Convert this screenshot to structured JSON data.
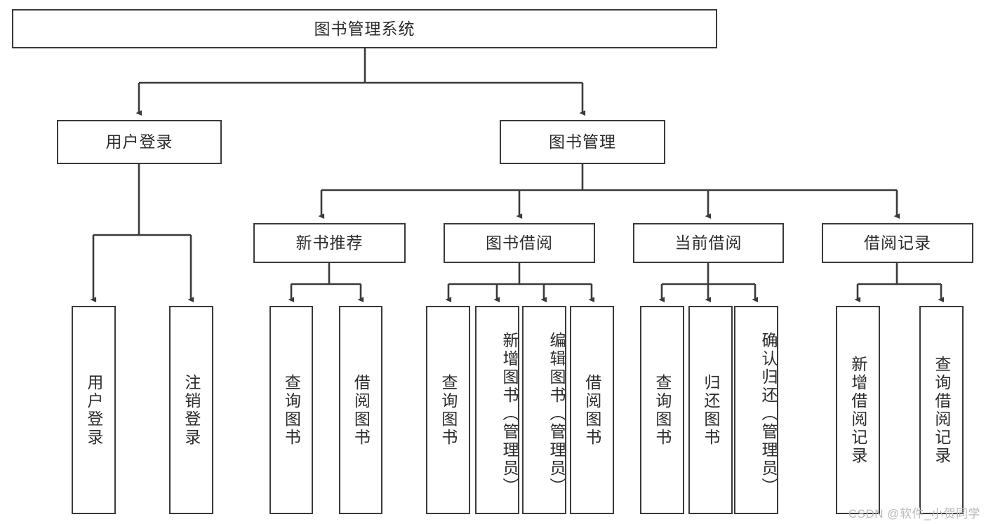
{
  "diagram": {
    "type": "tree-hierarchy-chart",
    "root": {
      "id": "root",
      "label": "图书管理系统"
    },
    "level2": [
      {
        "id": "user-login",
        "label": "用户登录"
      },
      {
        "id": "book-management",
        "label": "图书管理"
      }
    ],
    "level3": [
      {
        "id": "new-book-recommend",
        "label": "新书推荐"
      },
      {
        "id": "book-borrow",
        "label": "图书借阅"
      },
      {
        "id": "current-borrow",
        "label": "当前借阅"
      },
      {
        "id": "borrow-record",
        "label": "借阅记录"
      }
    ],
    "leaves": {
      "user_login": [
        {
          "id": "leaf-user-login",
          "label": "用户登录"
        },
        {
          "id": "leaf-logout-login",
          "label": "注销登录"
        }
      ],
      "new_book_recommend": [
        {
          "id": "leaf-query-book-1",
          "label": "查询图书"
        },
        {
          "id": "leaf-borrow-book-1",
          "label": "借阅图书"
        }
      ],
      "book_borrow": [
        {
          "id": "leaf-query-book-2",
          "label": "查询图书"
        },
        {
          "id": "leaf-add-book",
          "label": "新增图书（管理员）"
        },
        {
          "id": "leaf-edit-book",
          "label": "编辑图书（管理员）"
        },
        {
          "id": "leaf-borrow-book-2",
          "label": "借阅图书"
        }
      ],
      "current_borrow": [
        {
          "id": "leaf-query-book-3",
          "label": "查询图书"
        },
        {
          "id": "leaf-return-book",
          "label": "归还图书"
        },
        {
          "id": "leaf-confirm-return",
          "label": "确认归还（管理员）"
        }
      ],
      "borrow_record": [
        {
          "id": "leaf-add-record",
          "label": "新增借阅记录"
        },
        {
          "id": "leaf-query-record",
          "label": "查询借阅记录"
        }
      ]
    }
  },
  "watermark": {
    "text": "CSDN @软件_小贺同学"
  },
  "colors": {
    "stroke": "#3a3a3a",
    "background": "#ffffff",
    "text": "#2b2b2b",
    "watermark": "#b9b9b9"
  }
}
